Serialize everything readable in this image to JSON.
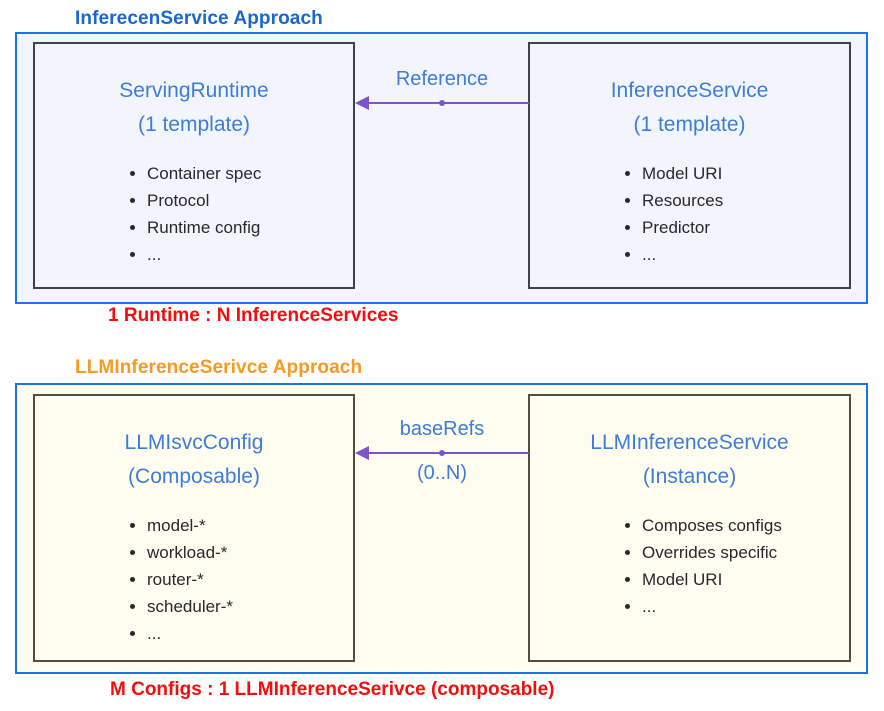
{
  "colors": {
    "outer_border_blue": "#1a73e8",
    "section1_fill": "#f2f6fc",
    "section2_fill": "#fffdf0",
    "inner_border_dark": "#3f4247",
    "inner_border_olive": "#524e3b",
    "heading_blue": "#1967d2",
    "heading_orange": "#f59a23",
    "panel_title_blue": "#3d7cd9",
    "arrow_purple": "#7d55c8",
    "caption_red": "#f50d0d",
    "body_text": "#26282e"
  },
  "sections": [
    {
      "title": "InferecenService Approach",
      "caption": "1 Runtime : N InferenceServices",
      "arrow": {
        "label": "Reference",
        "sublabel": ""
      },
      "left_panel": {
        "name": "ServingRuntime",
        "qualifier": "(1 template)",
        "items": [
          "Container spec",
          "Protocol",
          "Runtime config",
          "..."
        ]
      },
      "right_panel": {
        "name": "InferenceService",
        "qualifier": "(1 template)",
        "items": [
          "Model URI",
          "Resources",
          "Predictor",
          "..."
        ]
      }
    },
    {
      "title": "LLMInferenceSerivce Approach",
      "caption": "M Configs : 1 LLMInferenceSerivce (composable)",
      "arrow": {
        "label": "baseRefs",
        "sublabel": "(0..N)"
      },
      "left_panel": {
        "name": "LLMIsvcConfig",
        "qualifier": "(Composable)",
        "items": [
          "model-*",
          "workload-*",
          "router-*",
          "scheduler-*",
          "..."
        ]
      },
      "right_panel": {
        "name": "LLMInferenceService",
        "qualifier": "(Instance)",
        "items": [
          "Composes configs",
          "Overrides specific",
          "Model URI",
          "..."
        ]
      }
    }
  ]
}
